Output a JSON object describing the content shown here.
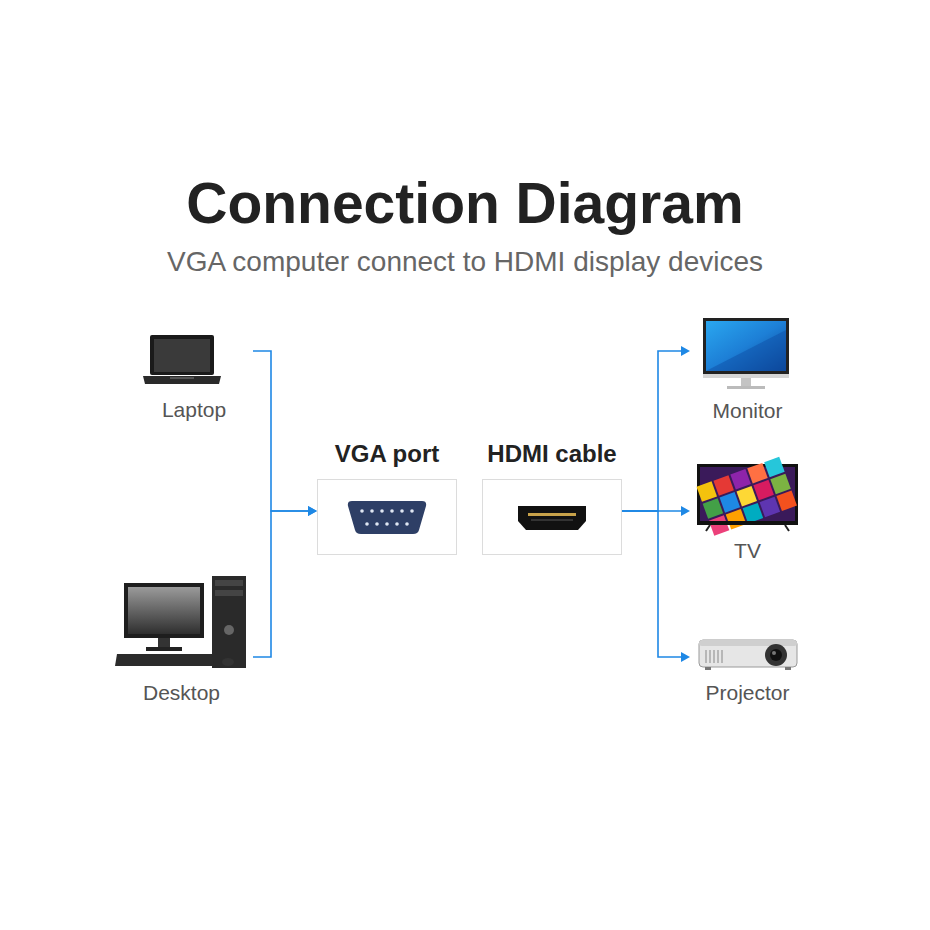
{
  "diagram": {
    "title": "Connection Diagram",
    "nodes": [
      {
        "text": [
          "Laptop"
        ]
      },
      {
        "text": [
          "Desktop"
        ]
      },
      {
        "text": [
          "VGA port"
        ]
      },
      {
        "text": [
          "HDMI cable"
        ]
      },
      {
        "text": [
          "Monitor"
        ]
      },
      {
        "text": [
          "TV"
        ]
      },
      {
        "text": [
          "Projector"
        ]
      }
    ],
    "edges": [
      {
        "from": 0,
        "to": 2,
        "arrow": "to"
      },
      {
        "from": 1,
        "to": 2,
        "arrow": "to"
      },
      {
        "from": 3,
        "to": 4,
        "arrow": "to"
      },
      {
        "from": 3,
        "to": 5,
        "arrow": "to"
      },
      {
        "from": 3,
        "to": 6,
        "arrow": "to"
      }
    ],
    "labels": [
      "VGA computer connect to HDMI display devices"
    ]
  }
}
